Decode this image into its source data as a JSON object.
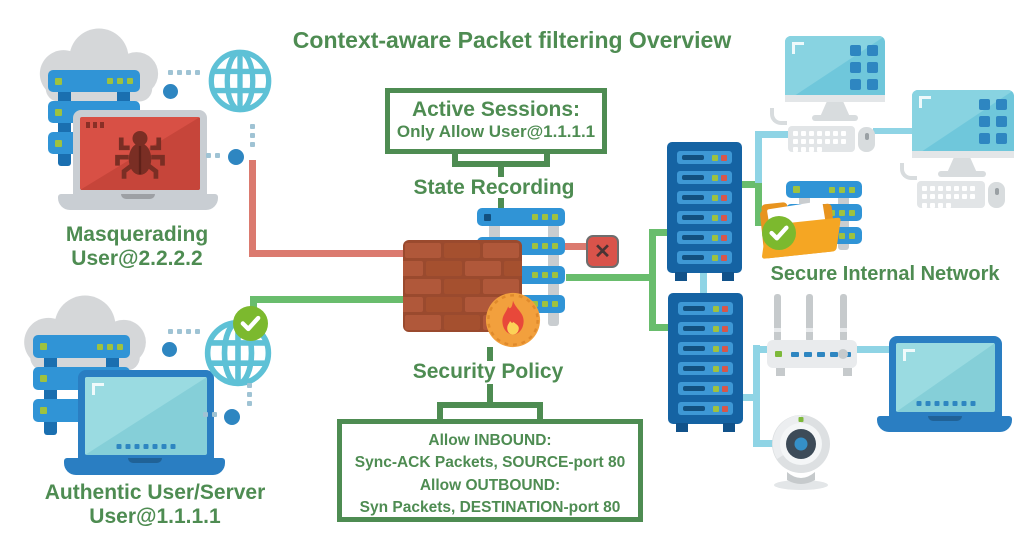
{
  "title": "Context-aware Packet filtering Overview",
  "masquerading": {
    "line1": "Masquerading",
    "line2": "User@2.2.2.2"
  },
  "authentic": {
    "line1": "Authentic User/Server",
    "line2": "User@1.1.1.1"
  },
  "active_sessions": {
    "heading": "Active Sessions:",
    "rule": "Only Allow User@1.1.1.1"
  },
  "labels": {
    "state_recording": "State Recording",
    "security_policy": "Security Policy",
    "secure_network": "Secure Internal Network"
  },
  "policy": {
    "l1": "Allow INBOUND:",
    "l2": "Sync-ACK Packets, SOURCE-port 80",
    "l3": "Allow OUTBOUND:",
    "l4": "Syn Packets, DESTINATION-port 80"
  },
  "icons": {
    "blocked_x": "✕"
  },
  "colors": {
    "label_green": "#4e8c52",
    "allowed_line_green": "#69bd6d",
    "blocked_line_red": "#db7a6f",
    "internal_line_teal": "#8fd4e5",
    "rack_blue": "#1563a3",
    "server_blue": "#3094d6",
    "firewall_brown": "#9a4a2e",
    "flame_orange": "#f2a03d",
    "alert_red": "#d9534a",
    "check_green": "#7cb92e"
  }
}
